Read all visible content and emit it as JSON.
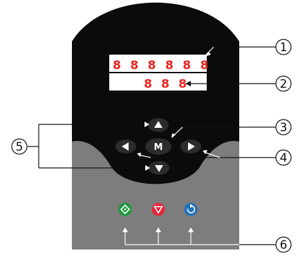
{
  "display": {
    "top_digits": [
      "8",
      "8",
      "8",
      "8",
      "8",
      "8"
    ],
    "bottom_digits": [
      "8",
      "8",
      "8"
    ],
    "digit_color": "#e8231e"
  },
  "keypad": {
    "mode_key_label": "M",
    "up_icon": "triangle-up-icon",
    "down_icon": "triangle-down-icon",
    "left_icon": "triangle-left-icon",
    "right_icon": "triangle-right-icon"
  },
  "run_buttons": [
    {
      "name": "start",
      "icon": "start-diamond-icon",
      "color": "#1a9a3c"
    },
    {
      "name": "stop",
      "icon": "stop-triangle-icon",
      "color": "#e32a3a"
    },
    {
      "name": "reverse",
      "icon": "reverse-arrow-icon",
      "color": "#1f6fb8"
    }
  ],
  "callouts": [
    "1",
    "2",
    "3",
    "4",
    "5",
    "6"
  ],
  "colors": {
    "panel_black": "#0b0b0b",
    "panel_gray": "#7d7d7d",
    "key_dark": "#2c2c2c"
  }
}
